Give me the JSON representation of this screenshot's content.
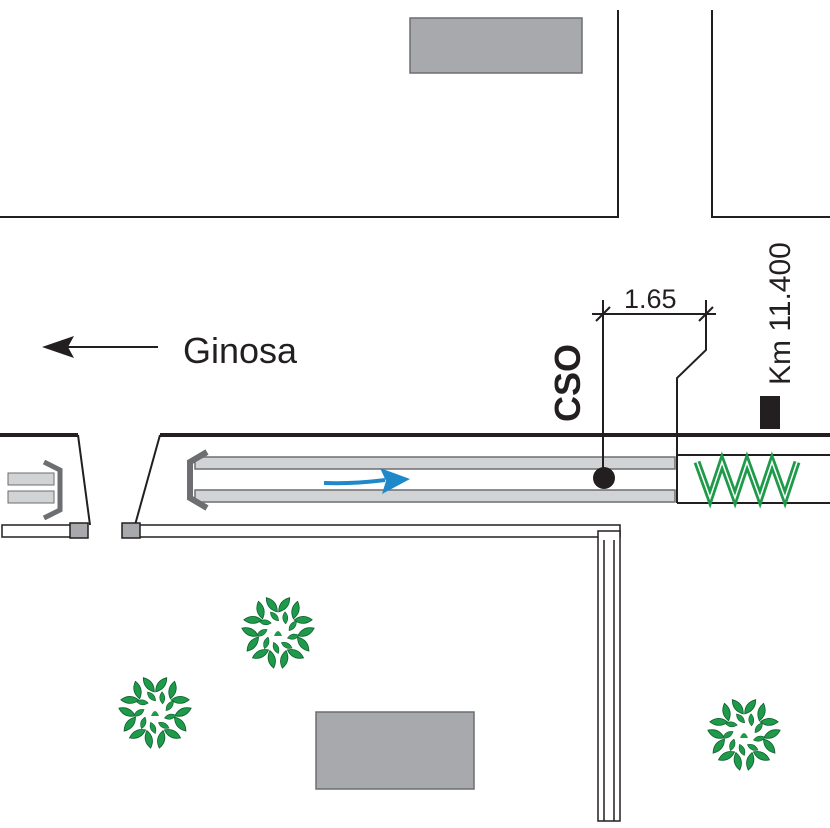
{
  "labels": {
    "direction": "Ginosa",
    "dimension": "1.65",
    "station": "CSO",
    "kilometre": "Km 11.400"
  },
  "icons": {
    "direction_arrow": "arrow-left-icon",
    "flow_arrow": "flow-arrow-right-icon",
    "trees": "tree-icon",
    "station_marker": "filled-circle-icon",
    "km_marker": "black-square-icon",
    "grass": "zigzag-vegetation-icon"
  },
  "colors": {
    "line": "#231f20",
    "building_fill": "#a7a9ac",
    "building_stroke": "#6d6e71",
    "curb": "#d1d3d4",
    "flow_arrow": "#1e88c8",
    "vegetation": "#1e9a4a",
    "tree_outline": "#0b5e2c"
  }
}
